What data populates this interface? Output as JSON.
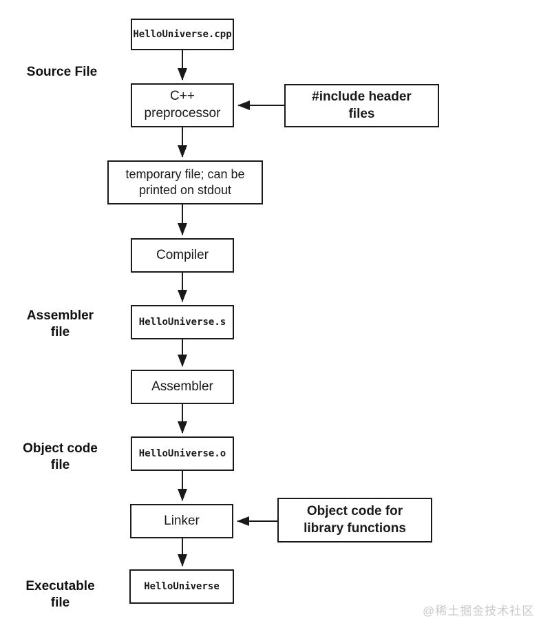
{
  "diagram": {
    "title_semantic": "C++ compilation process flowchart",
    "boxes": {
      "source_file": {
        "label": "HelloUniverse.cpp"
      },
      "preprocessor": {
        "label": "C++\npreprocessor"
      },
      "include_headers": {
        "label": "#include header\nfiles"
      },
      "temp_file": {
        "label": "temporary file; can be\nprinted on stdout"
      },
      "compiler": {
        "label": "Compiler"
      },
      "assembly_file": {
        "label": "HelloUniverse.s"
      },
      "assembler": {
        "label": "Assembler"
      },
      "object_file": {
        "label": "HelloUniverse.o"
      },
      "linker": {
        "label": "Linker"
      },
      "library_objects": {
        "label": "Object code for\nlibrary functions"
      },
      "executable": {
        "label": "HelloUniverse"
      }
    },
    "side_labels": {
      "source": "Source File",
      "assembler": "Assembler\nfile",
      "object_code": "Object code\nfile",
      "executable": "Executable\nfile"
    },
    "watermark": "@稀土掘金技术社区",
    "colors": {
      "line": "#1a1a1a",
      "box_background": "#ffffff",
      "watermark_gray": "#c9c9c9"
    }
  }
}
